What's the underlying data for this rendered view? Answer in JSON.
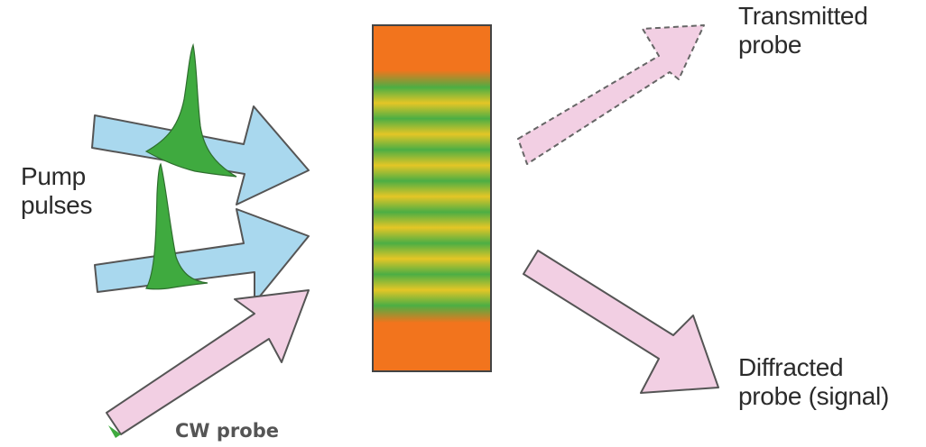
{
  "labels": {
    "pump": "Pump\npulses",
    "transmitted": "Transmitted\nprobe",
    "diffracted": "Diffracted\nprobe (signal)",
    "cw": "CW probe"
  },
  "colors": {
    "pump_arrow": "#a9d8ee",
    "probe_arrow": "#f2cfe3",
    "pulse": "#3faa3f",
    "sample_edge": "#f2741d",
    "fringe_green": "#4cae44",
    "fringe_yellow": "#e4c626",
    "outline": "#555555"
  },
  "icons": {
    "pump_beam_upper": "arrow-icon",
    "pump_beam_lower": "arrow-icon",
    "cw_probe_beam": "arrow-icon",
    "transmitted_beam": "dashed-arrow-icon",
    "diffracted_beam": "arrow-icon"
  }
}
